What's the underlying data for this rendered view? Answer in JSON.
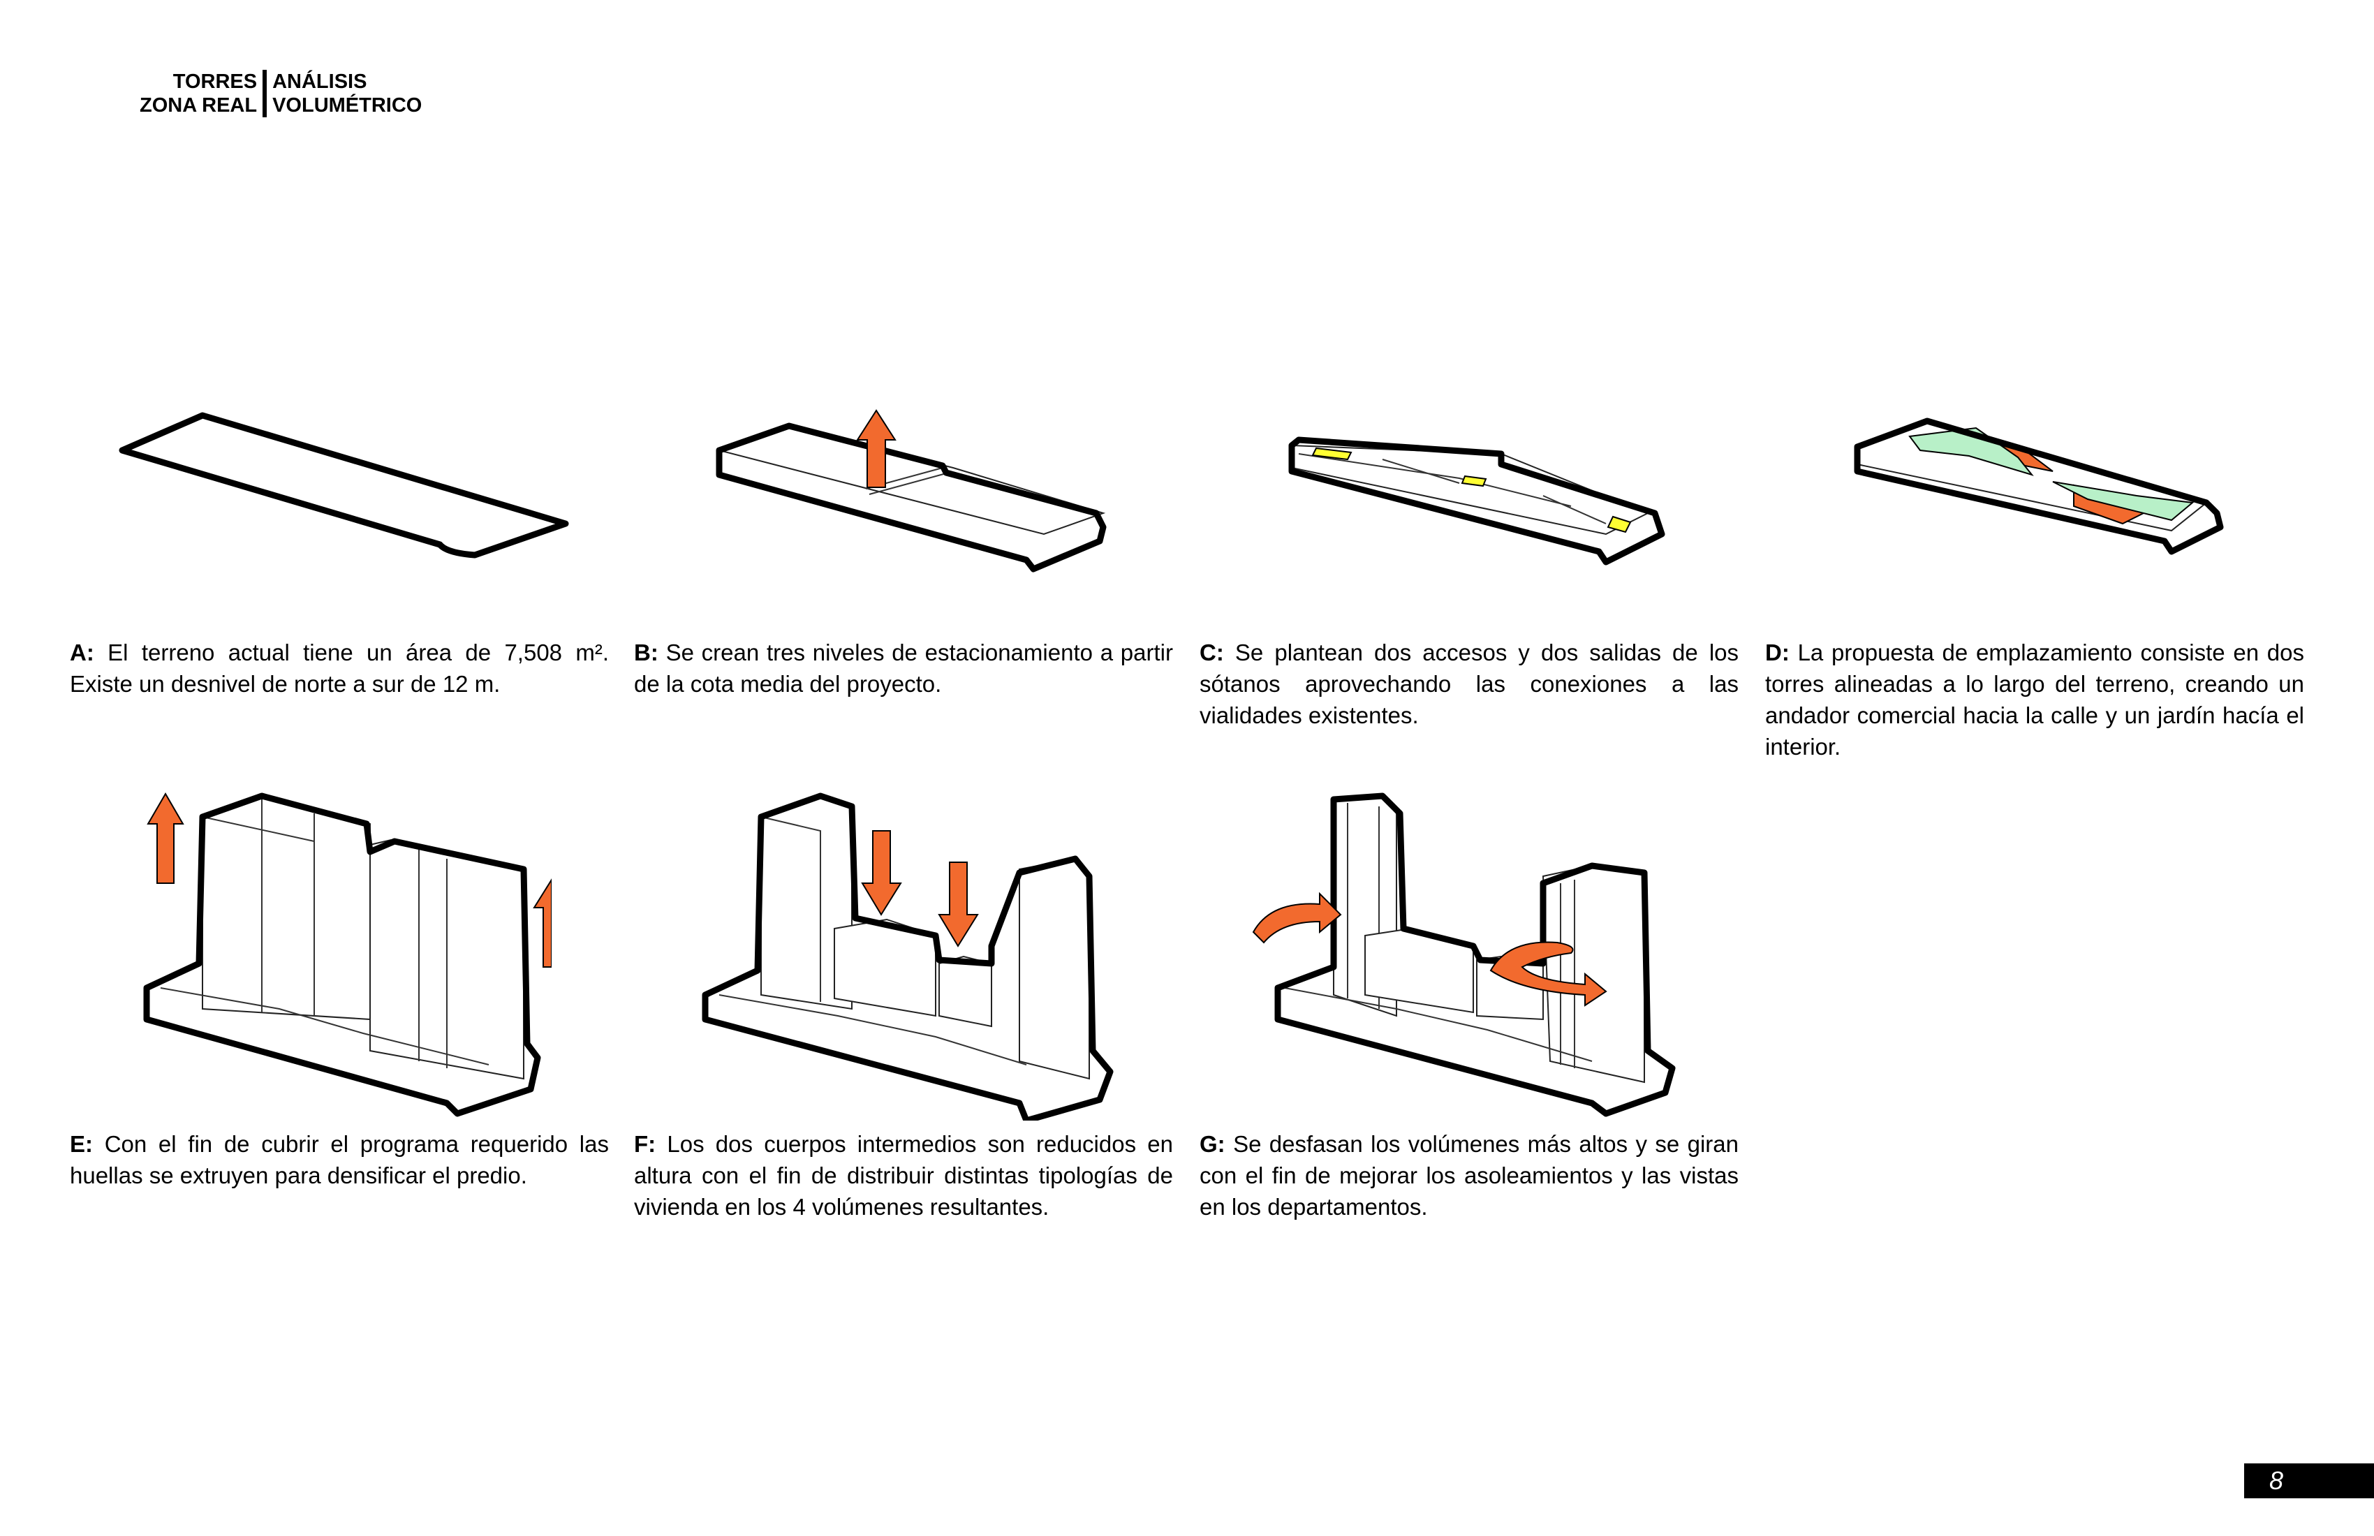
{
  "header": {
    "left_line1": "TORRES",
    "left_line2": "ZONA REAL",
    "right_line1": "ANÁLISIS",
    "right_line2": "VOLUMÉTRICO"
  },
  "colors": {
    "accent_orange": "#f26a2e",
    "access_yellow": "#ffff33",
    "garden_green": "#b8f0c8",
    "outline": "#000000"
  },
  "steps": [
    {
      "id": "A",
      "label": "A:",
      "text": "El terreno actual tiene un área de 7,508 m². Existe un desnivel de norte a sur de 12 m."
    },
    {
      "id": "B",
      "label": "B:",
      "text": "Se crean tres niveles de estacionamiento a partir de la cota media del proyecto."
    },
    {
      "id": "C",
      "label": "C:",
      "text": "Se plantean dos accesos y dos salidas de los sótanos aprovechando las conexiones a las vialidades existentes."
    },
    {
      "id": "D",
      "label": "D:",
      "text": "La propuesta de emplazamiento consiste en dos torres alineadas a lo largo del terreno, creando un andador comercial hacia la calle y un jardín hacía el interior."
    },
    {
      "id": "E",
      "label": "E:",
      "text": "Con el fin de cubrir el programa requerido las huellas se extruyen para densificar el predio."
    },
    {
      "id": "F",
      "label": "F:",
      "text": "Los dos cuerpos intermedios son reducidos en altura con el fin de distribuir distintas tipologías de vivienda en los 4 volúmenes resultantes."
    },
    {
      "id": "G",
      "label": "G:",
      "text": "Se desfasan los volúmenes más altos y se giran con el fin de mejorar los asoleamientos y las vistas en los departamentos."
    }
  ],
  "page_number": "8"
}
